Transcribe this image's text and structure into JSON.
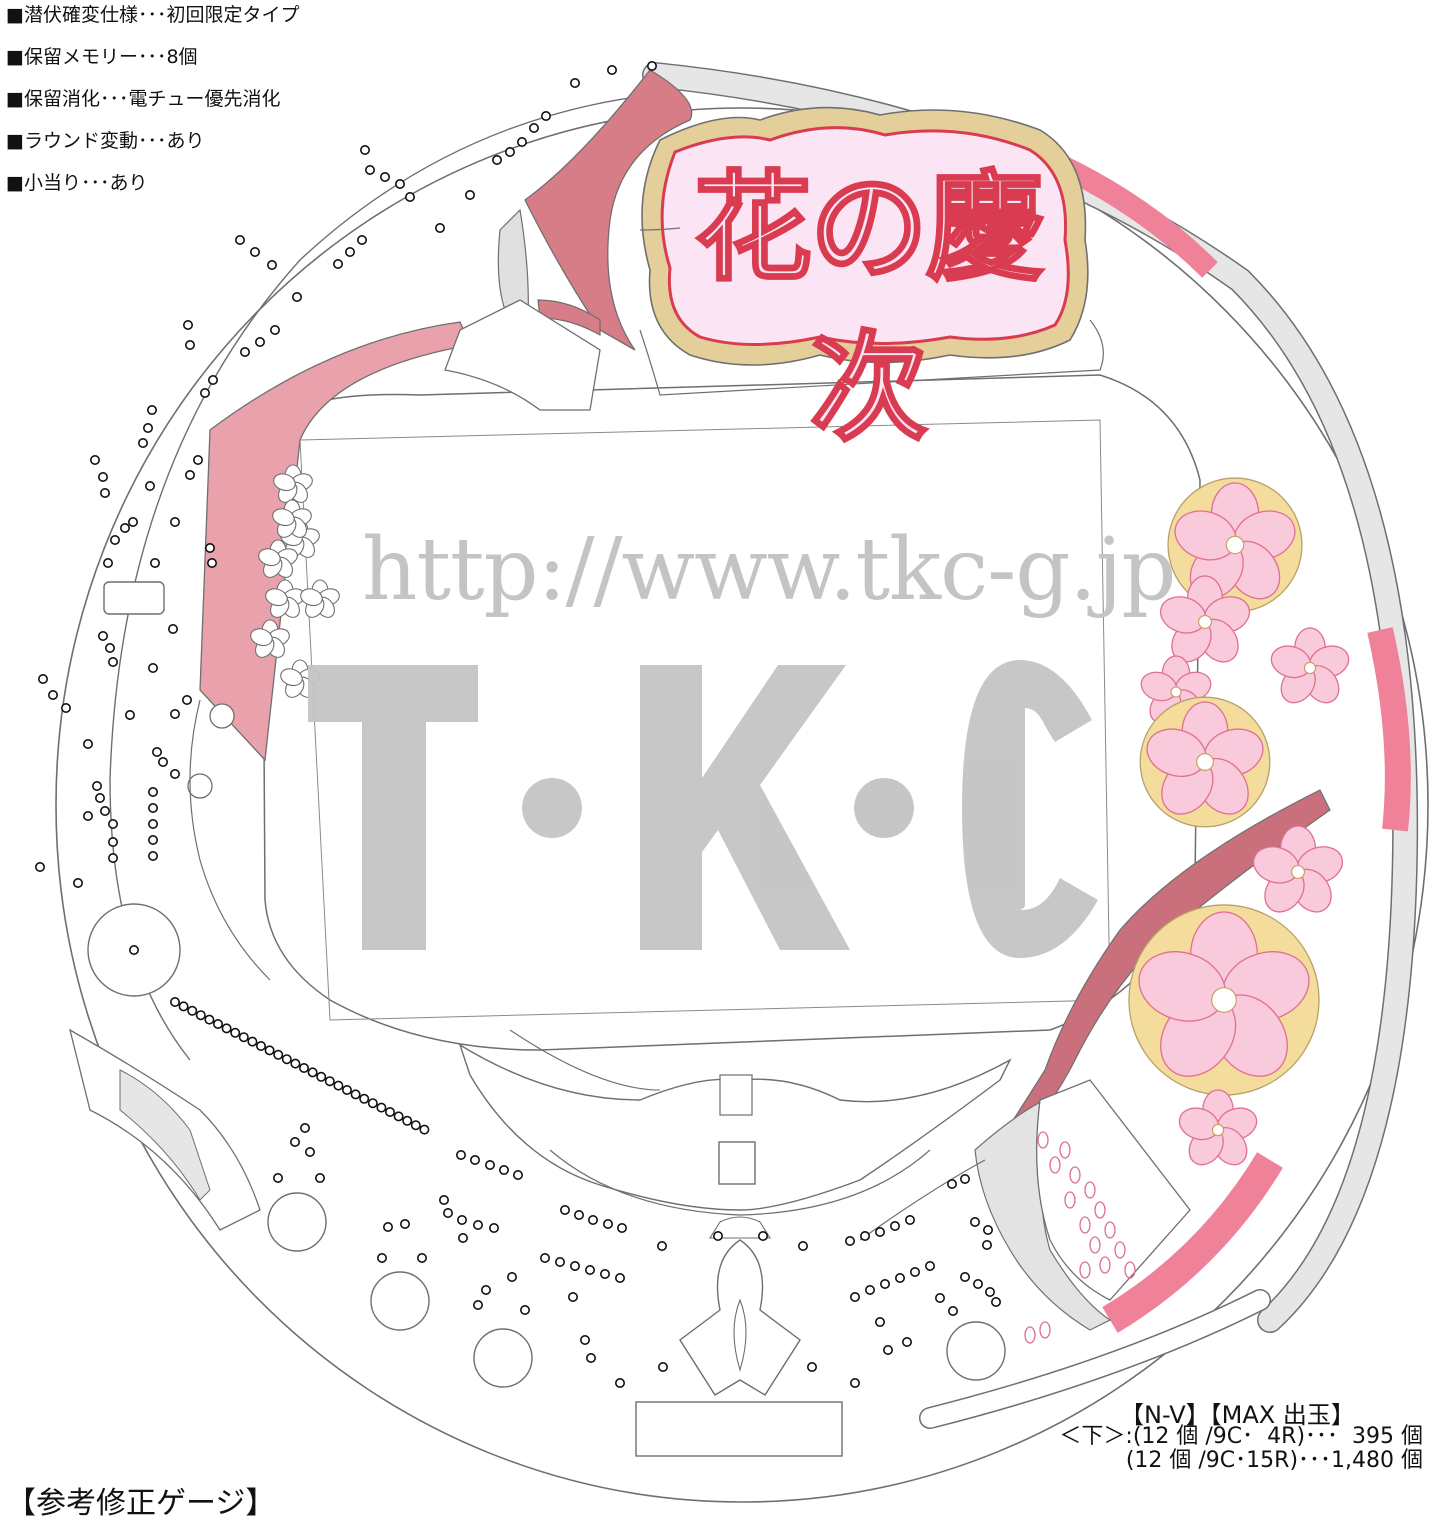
{
  "specs": [
    "■潜伏確変仕様･･･初回限定タイプ",
    "■保留メモリー･･･8個",
    "■保留消化･･･電チュー優先消化",
    "■ラウンド変動･･･あり",
    "■小当り･･･あり"
  ],
  "logo_text": "花の慶次",
  "watermark": {
    "url": "http://www.tkc-g.jp",
    "brand_letters": [
      "T",
      "K",
      "C"
    ]
  },
  "reference_gauge_title": "【参考修正ゲージ】",
  "payout": {
    "header": "【N-V】【MAX 出玉】",
    "rows": [
      "＜下＞:(12 個 /9C･  4R)･･･  395 個",
      "       (12 個 /9C･15R)･･･1,480 個"
    ]
  },
  "colors": {
    "pink_deep": "#d77d87",
    "pink_bright": "#ef8198",
    "pink_light": "#e9a1ab",
    "logo_gold": "#e4cf9a",
    "sakura_fill": "#f9c9dc",
    "sakura_gold": "#f3dc9c",
    "outline": "#6f6f6f",
    "rail_gray": "#e6e6e6"
  }
}
